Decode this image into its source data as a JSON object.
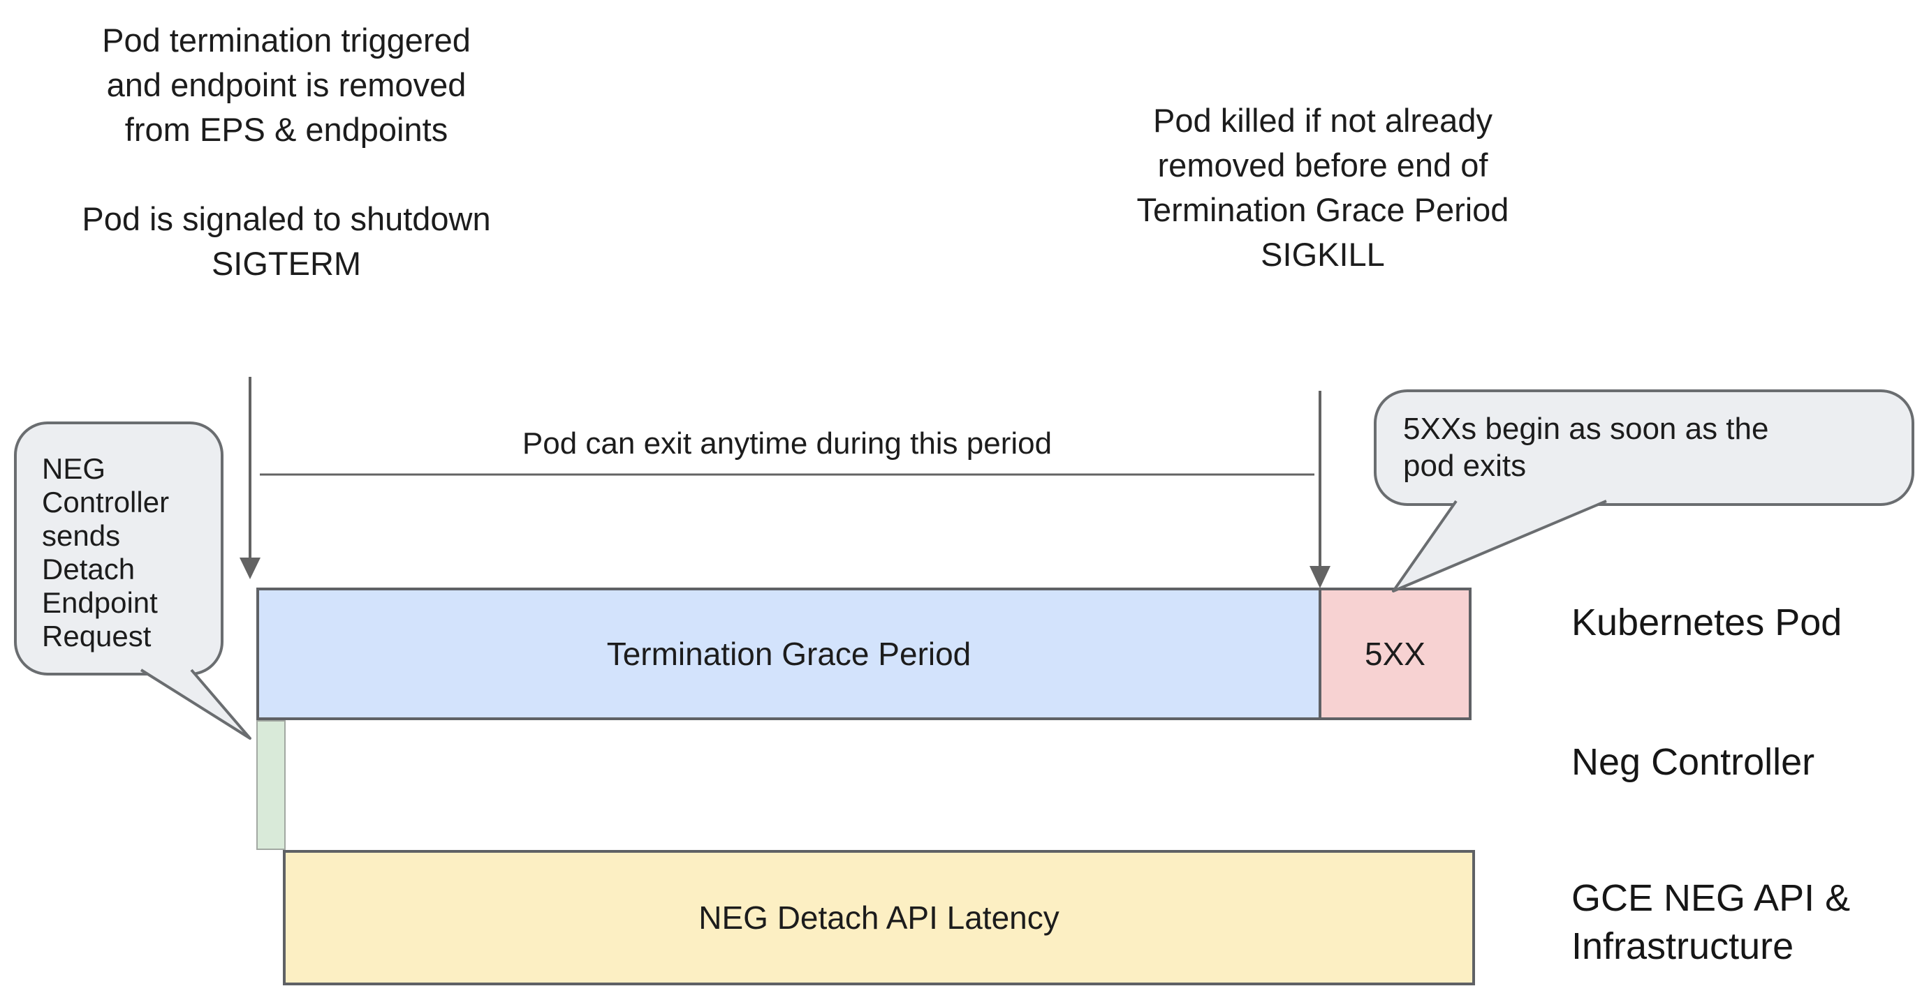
{
  "annotations": {
    "pod_termination": {
      "lines": [
        "Pod termination triggered",
        "and endpoint is removed",
        "from EPS & endpoints"
      ]
    },
    "pod_shutdown": {
      "lines": [
        "Pod is signaled to shutdown",
        "SIGTERM"
      ]
    },
    "pod_killed": {
      "lines": [
        "Pod killed if not already",
        "removed before end of",
        "Termination Grace Period",
        "SIGKILL"
      ]
    },
    "exit_window": {
      "label": "Pod can exit anytime during this period"
    }
  },
  "callouts": {
    "neg_controller": {
      "lines": [
        "NEG",
        "Controller",
        "sends",
        "Detach",
        "Endpoint",
        "Request"
      ]
    },
    "five_xx_begin": {
      "lines": [
        "5XXs begin as soon as the",
        "pod exits"
      ]
    }
  },
  "bars": {
    "termination_grace": {
      "label": "Termination Grace Period",
      "fill": "#d3e3fc"
    },
    "five_xx": {
      "label": "5XX",
      "fill": "#f7d2d2"
    },
    "neg_detach_request": {
      "fill": "#d9ead9"
    },
    "neg_detach_latency": {
      "label": "NEG Detach API Latency",
      "fill": "#fcefc3"
    }
  },
  "rows": {
    "kubernetes_pod": {
      "label": "Kubernetes Pod"
    },
    "neg_controller": {
      "label": "Neg Controller"
    },
    "gce_neg": {
      "lines": [
        "GCE NEG API &",
        "Infrastructure"
      ]
    }
  },
  "colors": {
    "background": "#ffffff",
    "text": "#1c1c1c",
    "bar_stroke": "#5f6165",
    "connector_stroke": "#636363",
    "callout_fill": "#eceef1",
    "callout_stroke": "#6a6d70",
    "detach_bar_stroke": "#a2a8a2"
  }
}
